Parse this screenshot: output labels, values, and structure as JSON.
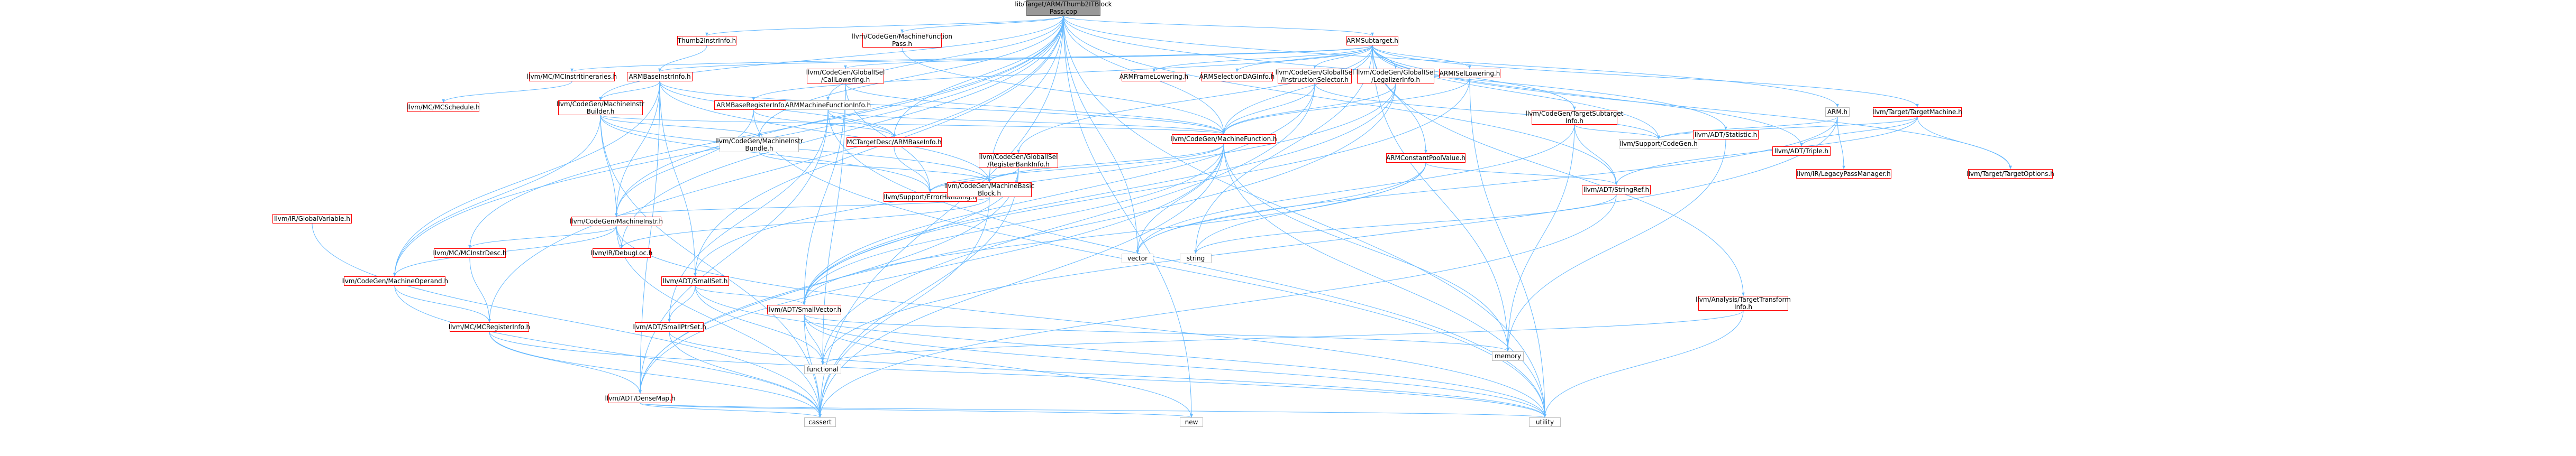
{
  "colors": {
    "edge": "#63b8ff",
    "arrow": "#63b8ff",
    "root_fill": "#999999",
    "red_border": "#ff0000",
    "gray_border": "#bfbfbf"
  },
  "nodes": [
    {
      "id": "root",
      "label": "lib/Target/ARM/Thumb2ITBlock\nPass.cpp",
      "kind": "root"
    },
    {
      "id": "thumb2instrinfo",
      "label": "Thumb2InstrInfo.h",
      "kind": "red"
    },
    {
      "id": "mfpass",
      "label": "llvm/CodeGen/MachineFunction\nPass.h",
      "kind": "red"
    },
    {
      "id": "armsubtarget",
      "label": "ARMSubtarget.h",
      "kind": "red"
    },
    {
      "id": "mcinstrinfo",
      "label": "llvm/MC/MCInstrItineraries.h",
      "kind": "red"
    },
    {
      "id": "armbaseinstrinfo",
      "label": "ARMBaseInstrInfo.h",
      "kind": "red"
    },
    {
      "id": "armframelowering",
      "label": "ARMFrameLowering.h",
      "kind": "red"
    },
    {
      "id": "armseldag",
      "label": "ARMSelectionDAGInfo.h",
      "kind": "red"
    },
    {
      "id": "calllowering",
      "label": "llvm/CodeGen/GlobalISel\n/CallLowering.h",
      "kind": "red"
    },
    {
      "id": "instrsel",
      "label": "llvm/CodeGen/GlobalISel\n/InstructionSelector.h",
      "kind": "red"
    },
    {
      "id": "legalizerinfo",
      "label": "llvm/CodeGen/GlobalISel\n/LegalizerInfo.h",
      "kind": "red"
    },
    {
      "id": "armisellowering",
      "label": "ARMISelLowering.h",
      "kind": "red"
    },
    {
      "id": "tsubtargetinfo",
      "label": "llvm/CodeGen/TargetSubtarget\nInfo.h",
      "kind": "red"
    },
    {
      "id": "armnode",
      "label": "ARM.h",
      "kind": "gray"
    },
    {
      "id": "targetmachine",
      "label": "llvm/Target/TargetMachine.h",
      "kind": "red"
    },
    {
      "id": "statistic",
      "label": "llvm/ADT/Statistic.h",
      "kind": "red"
    },
    {
      "id": "mcschedule",
      "label": "llvm/MC/MCSchedule.h",
      "kind": "red"
    },
    {
      "id": "mibuilder",
      "label": "llvm/CodeGen/MachineInstr\nBuilder.h",
      "kind": "red"
    },
    {
      "id": "armbaseregisterinfo",
      "label": "ARMBaseRegisterInfo.h",
      "kind": "red"
    },
    {
      "id": "armmfinfo",
      "label": "ARMMachineFunctionInfo.h",
      "kind": "gray"
    },
    {
      "id": "registerbankinfo",
      "label": "llvm/CodeGen/GlobalISel\n/RegisterBankInfo.h",
      "kind": "red"
    },
    {
      "id": "armconstpool",
      "label": "ARMConstantPoolValue.h",
      "kind": "red"
    },
    {
      "id": "mibundle",
      "label": "llvm/CodeGen/MachineInstr\nBundle.h",
      "kind": "gray"
    },
    {
      "id": "armbaseinfo",
      "label": "MCTargetDesc/ARMBaseInfo.h",
      "kind": "red"
    },
    {
      "id": "machinefunction",
      "label": "llvm/CodeGen/MachineFunction.h",
      "kind": "red"
    },
    {
      "id": "legacypm",
      "label": "llvm/IR/LegacyPassManager.h",
      "kind": "red"
    },
    {
      "id": "targetoptions",
      "label": "llvm/Target/TargetOptions.h",
      "kind": "red"
    },
    {
      "id": "triple",
      "label": "llvm/ADT/Triple.h",
      "kind": "red"
    },
    {
      "id": "errorhandling",
      "label": "llvm/Support/ErrorHandling.h",
      "kind": "red"
    },
    {
      "id": "machinebasicblock",
      "label": "llvm/CodeGen/MachineBasic\nBlock.h",
      "kind": "red"
    },
    {
      "id": "stringref",
      "label": "llvm/ADT/StringRef.h",
      "kind": "red"
    },
    {
      "id": "codegen",
      "label": "llvm/Support/CodeGen.h",
      "kind": "gray"
    },
    {
      "id": "globalvariable",
      "label": "llvm/IR/GlobalVariable.h",
      "kind": "red"
    },
    {
      "id": "machineinstr",
      "label": "llvm/CodeGen/MachineInstr.h",
      "kind": "red"
    },
    {
      "id": "vector",
      "label": "vector",
      "kind": "gray"
    },
    {
      "id": "string",
      "label": "string",
      "kind": "gray"
    },
    {
      "id": "machineoperand",
      "label": "llvm/CodeGen/MachineOperand.h",
      "kind": "red"
    },
    {
      "id": "mcinstrdesc",
      "label": "llvm/MC/MCInstrDesc.h",
      "kind": "red"
    },
    {
      "id": "debugloc",
      "label": "llvm/IR/DebugLoc.h",
      "kind": "red"
    },
    {
      "id": "smallset",
      "label": "llvm/ADT/SmallSet.h",
      "kind": "red"
    },
    {
      "id": "smallvector",
      "label": "llvm/ADT/SmallVector.h",
      "kind": "red"
    },
    {
      "id": "targettransform",
      "label": "llvm/Analysis/TargetTransform\nInfo.h",
      "kind": "red"
    },
    {
      "id": "mcregisterinfo",
      "label": "llvm/MC/MCRegisterInfo.h",
      "kind": "red"
    },
    {
      "id": "smallptrset",
      "label": "llvm/ADT/SmallPtrSet.h",
      "kind": "red"
    },
    {
      "id": "functional",
      "label": "functional",
      "kind": "gray"
    },
    {
      "id": "memory",
      "label": "memory",
      "kind": "gray"
    },
    {
      "id": "densemap",
      "label": "llvm/ADT/DenseMap.h",
      "kind": "red"
    },
    {
      "id": "new",
      "label": "new",
      "kind": "gray"
    },
    {
      "id": "cassert",
      "label": "cassert",
      "kind": "gray"
    },
    {
      "id": "utility",
      "label": "utility",
      "kind": "gray"
    }
  ],
  "edges": [
    [
      "root",
      "thumb2instrinfo"
    ],
    [
      "root",
      "mfpass"
    ],
    [
      "root",
      "armsubtarget"
    ],
    [
      "root",
      "armmfinfo"
    ],
    [
      "root",
      "mibuilder"
    ],
    [
      "root",
      "machinefunction"
    ],
    [
      "root",
      "mibundle"
    ],
    [
      "root",
      "armbaseinfo"
    ],
    [
      "root",
      "statistic"
    ],
    [
      "root",
      "armnode"
    ],
    [
      "root",
      "machinebasicblock"
    ],
    [
      "root",
      "machineinstr"
    ],
    [
      "root",
      "machineoperand"
    ],
    [
      "root",
      "mcinstrdesc"
    ],
    [
      "root",
      "mcregisterinfo"
    ],
    [
      "root",
      "debugloc"
    ],
    [
      "root",
      "smallset"
    ],
    [
      "root",
      "cassert"
    ],
    [
      "root",
      "new"
    ],
    [
      "root",
      "utility"
    ],
    [
      "root",
      "stringref"
    ],
    [
      "root",
      "vector"
    ],
    [
      "thumb2instrinfo",
      "armbaseinstrinfo"
    ],
    [
      "mfpass",
      "machinefunction"
    ],
    [
      "armsubtarget",
      "armbaseinstrinfo"
    ],
    [
      "armsubtarget",
      "mcinstrinfo"
    ],
    [
      "armsubtarget",
      "armframelowering"
    ],
    [
      "armsubtarget",
      "armseldag"
    ],
    [
      "armsubtarget",
      "calllowering"
    ],
    [
      "armsubtarget",
      "instrsel"
    ],
    [
      "armsubtarget",
      "legalizerinfo"
    ],
    [
      "armsubtarget",
      "armisellowering"
    ],
    [
      "armsubtarget",
      "tsubtargetinfo"
    ],
    [
      "armsubtarget",
      "armbaseregisterinfo"
    ],
    [
      "armsubtarget",
      "registerbankinfo"
    ],
    [
      "armsubtarget",
      "armconstpool"
    ],
    [
      "armsubtarget",
      "targetmachine"
    ],
    [
      "armsubtarget",
      "targetoptions"
    ],
    [
      "armsubtarget",
      "triple"
    ],
    [
      "armsubtarget",
      "machinefunction"
    ],
    [
      "armsubtarget",
      "memory"
    ],
    [
      "armsubtarget",
      "string"
    ],
    [
      "armsubtarget",
      "codegen"
    ],
    [
      "armsubtarget",
      "targettransform"
    ],
    [
      "mcinstrinfo",
      "mcschedule"
    ],
    [
      "armbaseinstrinfo",
      "mibuilder"
    ],
    [
      "armbaseinstrinfo",
      "armbaseinfo"
    ],
    [
      "armbaseinstrinfo",
      "machinebasicblock"
    ],
    [
      "armbaseinstrinfo",
      "smallset"
    ],
    [
      "armbaseinstrinfo",
      "machineinstr"
    ],
    [
      "armbaseinstrinfo",
      "machineoperand"
    ],
    [
      "armbaseinstrinfo",
      "densemap"
    ],
    [
      "armbaseinstrinfo",
      "machinefunction"
    ],
    [
      "calllowering",
      "machinefunction"
    ],
    [
      "calllowering",
      "smallvector"
    ],
    [
      "calllowering",
      "functional"
    ],
    [
      "calllowering",
      "errorhandling"
    ],
    [
      "instrsel",
      "machinefunction"
    ],
    [
      "instrsel",
      "smallvector"
    ],
    [
      "instrsel",
      "functional"
    ],
    [
      "instrsel",
      "codegen"
    ],
    [
      "legalizerinfo",
      "machinefunction"
    ],
    [
      "legalizerinfo",
      "smallvector"
    ],
    [
      "legalizerinfo",
      "densemap"
    ],
    [
      "legalizerinfo",
      "smallset"
    ],
    [
      "armisellowering",
      "machinefunction"
    ],
    [
      "armisellowering",
      "smallvector"
    ],
    [
      "armisellowering",
      "utility"
    ],
    [
      "tsubtargetinfo",
      "stringref"
    ],
    [
      "tsubtargetinfo",
      "codegen"
    ],
    [
      "tsubtargetinfo",
      "memory"
    ],
    [
      "tsubtargetinfo",
      "vector"
    ],
    [
      "armnode",
      "codegen"
    ],
    [
      "armnode",
      "legacypm"
    ],
    [
      "armnode",
      "functional"
    ],
    [
      "armnode",
      "vector"
    ],
    [
      "targetmachine",
      "codegen"
    ],
    [
      "targetmachine",
      "stringref"
    ],
    [
      "targetmachine",
      "targetoptions"
    ],
    [
      "targetmachine",
      "triple"
    ],
    [
      "statistic",
      "memory"
    ],
    [
      "mibuilder",
      "machinefunction"
    ],
    [
      "mibuilder",
      "machineinstr"
    ],
    [
      "mibuilder",
      "machineoperand"
    ],
    [
      "mibuilder",
      "mibundle"
    ],
    [
      "mibuilder",
      "machinebasicblock"
    ],
    [
      "mibuilder",
      "cassert"
    ],
    [
      "mibuilder",
      "errorhandling"
    ],
    [
      "armbaseregisterinfo",
      "armbaseinfo"
    ],
    [
      "armbaseregisterinfo",
      "machineinstr"
    ],
    [
      "armbaseregisterinfo",
      "utility"
    ],
    [
      "armmfinfo",
      "armbaseinfo"
    ],
    [
      "armmfinfo",
      "densemap"
    ],
    [
      "armmfinfo",
      "smallptrset"
    ],
    [
      "armmfinfo",
      "machinefunction"
    ],
    [
      "armmfinfo",
      "utility"
    ],
    [
      "registerbankinfo",
      "densemap"
    ],
    [
      "registerbankinfo",
      "smallvector"
    ],
    [
      "registerbankinfo",
      "errorhandling"
    ],
    [
      "registerbankinfo",
      "cassert"
    ],
    [
      "armconstpool",
      "stringref"
    ],
    [
      "armconstpool",
      "vector"
    ],
    [
      "armconstpool",
      "string"
    ],
    [
      "armconstpool",
      "smallvector"
    ],
    [
      "mibundle",
      "machinebasicblock"
    ],
    [
      "armbaseinfo",
      "errorhandling"
    ],
    [
      "machinefunction",
      "machinebasicblock"
    ],
    [
      "machinefunction",
      "densemap"
    ],
    [
      "machinefunction",
      "smallvector"
    ],
    [
      "machinefunction",
      "errorhandling"
    ],
    [
      "machinefunction",
      "cassert"
    ],
    [
      "machinefunction",
      "memory"
    ],
    [
      "machinefunction",
      "utility"
    ],
    [
      "machinefunction",
      "vector"
    ],
    [
      "machinebasicblock",
      "machineinstr"
    ],
    [
      "machinebasicblock",
      "debugloc"
    ],
    [
      "machinebasicblock",
      "cassert"
    ],
    [
      "stringref",
      "cassert"
    ],
    [
      "stringref",
      "string"
    ],
    [
      "globalvariable",
      "cassert"
    ],
    [
      "machineinstr",
      "machineoperand"
    ],
    [
      "machineinstr",
      "mcinstrdesc"
    ],
    [
      "machineinstr",
      "debugloc"
    ],
    [
      "machineinstr",
      "utility"
    ],
    [
      "machineinstr",
      "cassert"
    ],
    [
      "machineoperand",
      "cassert"
    ],
    [
      "machineoperand",
      "mcregisterinfo"
    ],
    [
      "mcinstrdesc",
      "mcregisterinfo"
    ],
    [
      "smallset",
      "smallptrset"
    ],
    [
      "smallset",
      "smallvector"
    ],
    [
      "smallset",
      "utility"
    ],
    [
      "smallset",
      "functional"
    ],
    [
      "smallvector",
      "functional"
    ],
    [
      "smallvector",
      "memory"
    ],
    [
      "smallvector",
      "utility"
    ],
    [
      "smallvector",
      "cassert"
    ],
    [
      "smallvector",
      "new"
    ],
    [
      "targettransform",
      "functional"
    ],
    [
      "targettransform",
      "utility"
    ],
    [
      "mcregisterinfo",
      "densemap"
    ],
    [
      "mcregisterinfo",
      "cassert"
    ],
    [
      "mcregisterinfo",
      "utility"
    ],
    [
      "smallptrset",
      "cassert"
    ],
    [
      "smallptrset",
      "utility"
    ],
    [
      "densemap",
      "utility"
    ],
    [
      "densemap",
      "new"
    ],
    [
      "densemap",
      "cassert"
    ]
  ]
}
